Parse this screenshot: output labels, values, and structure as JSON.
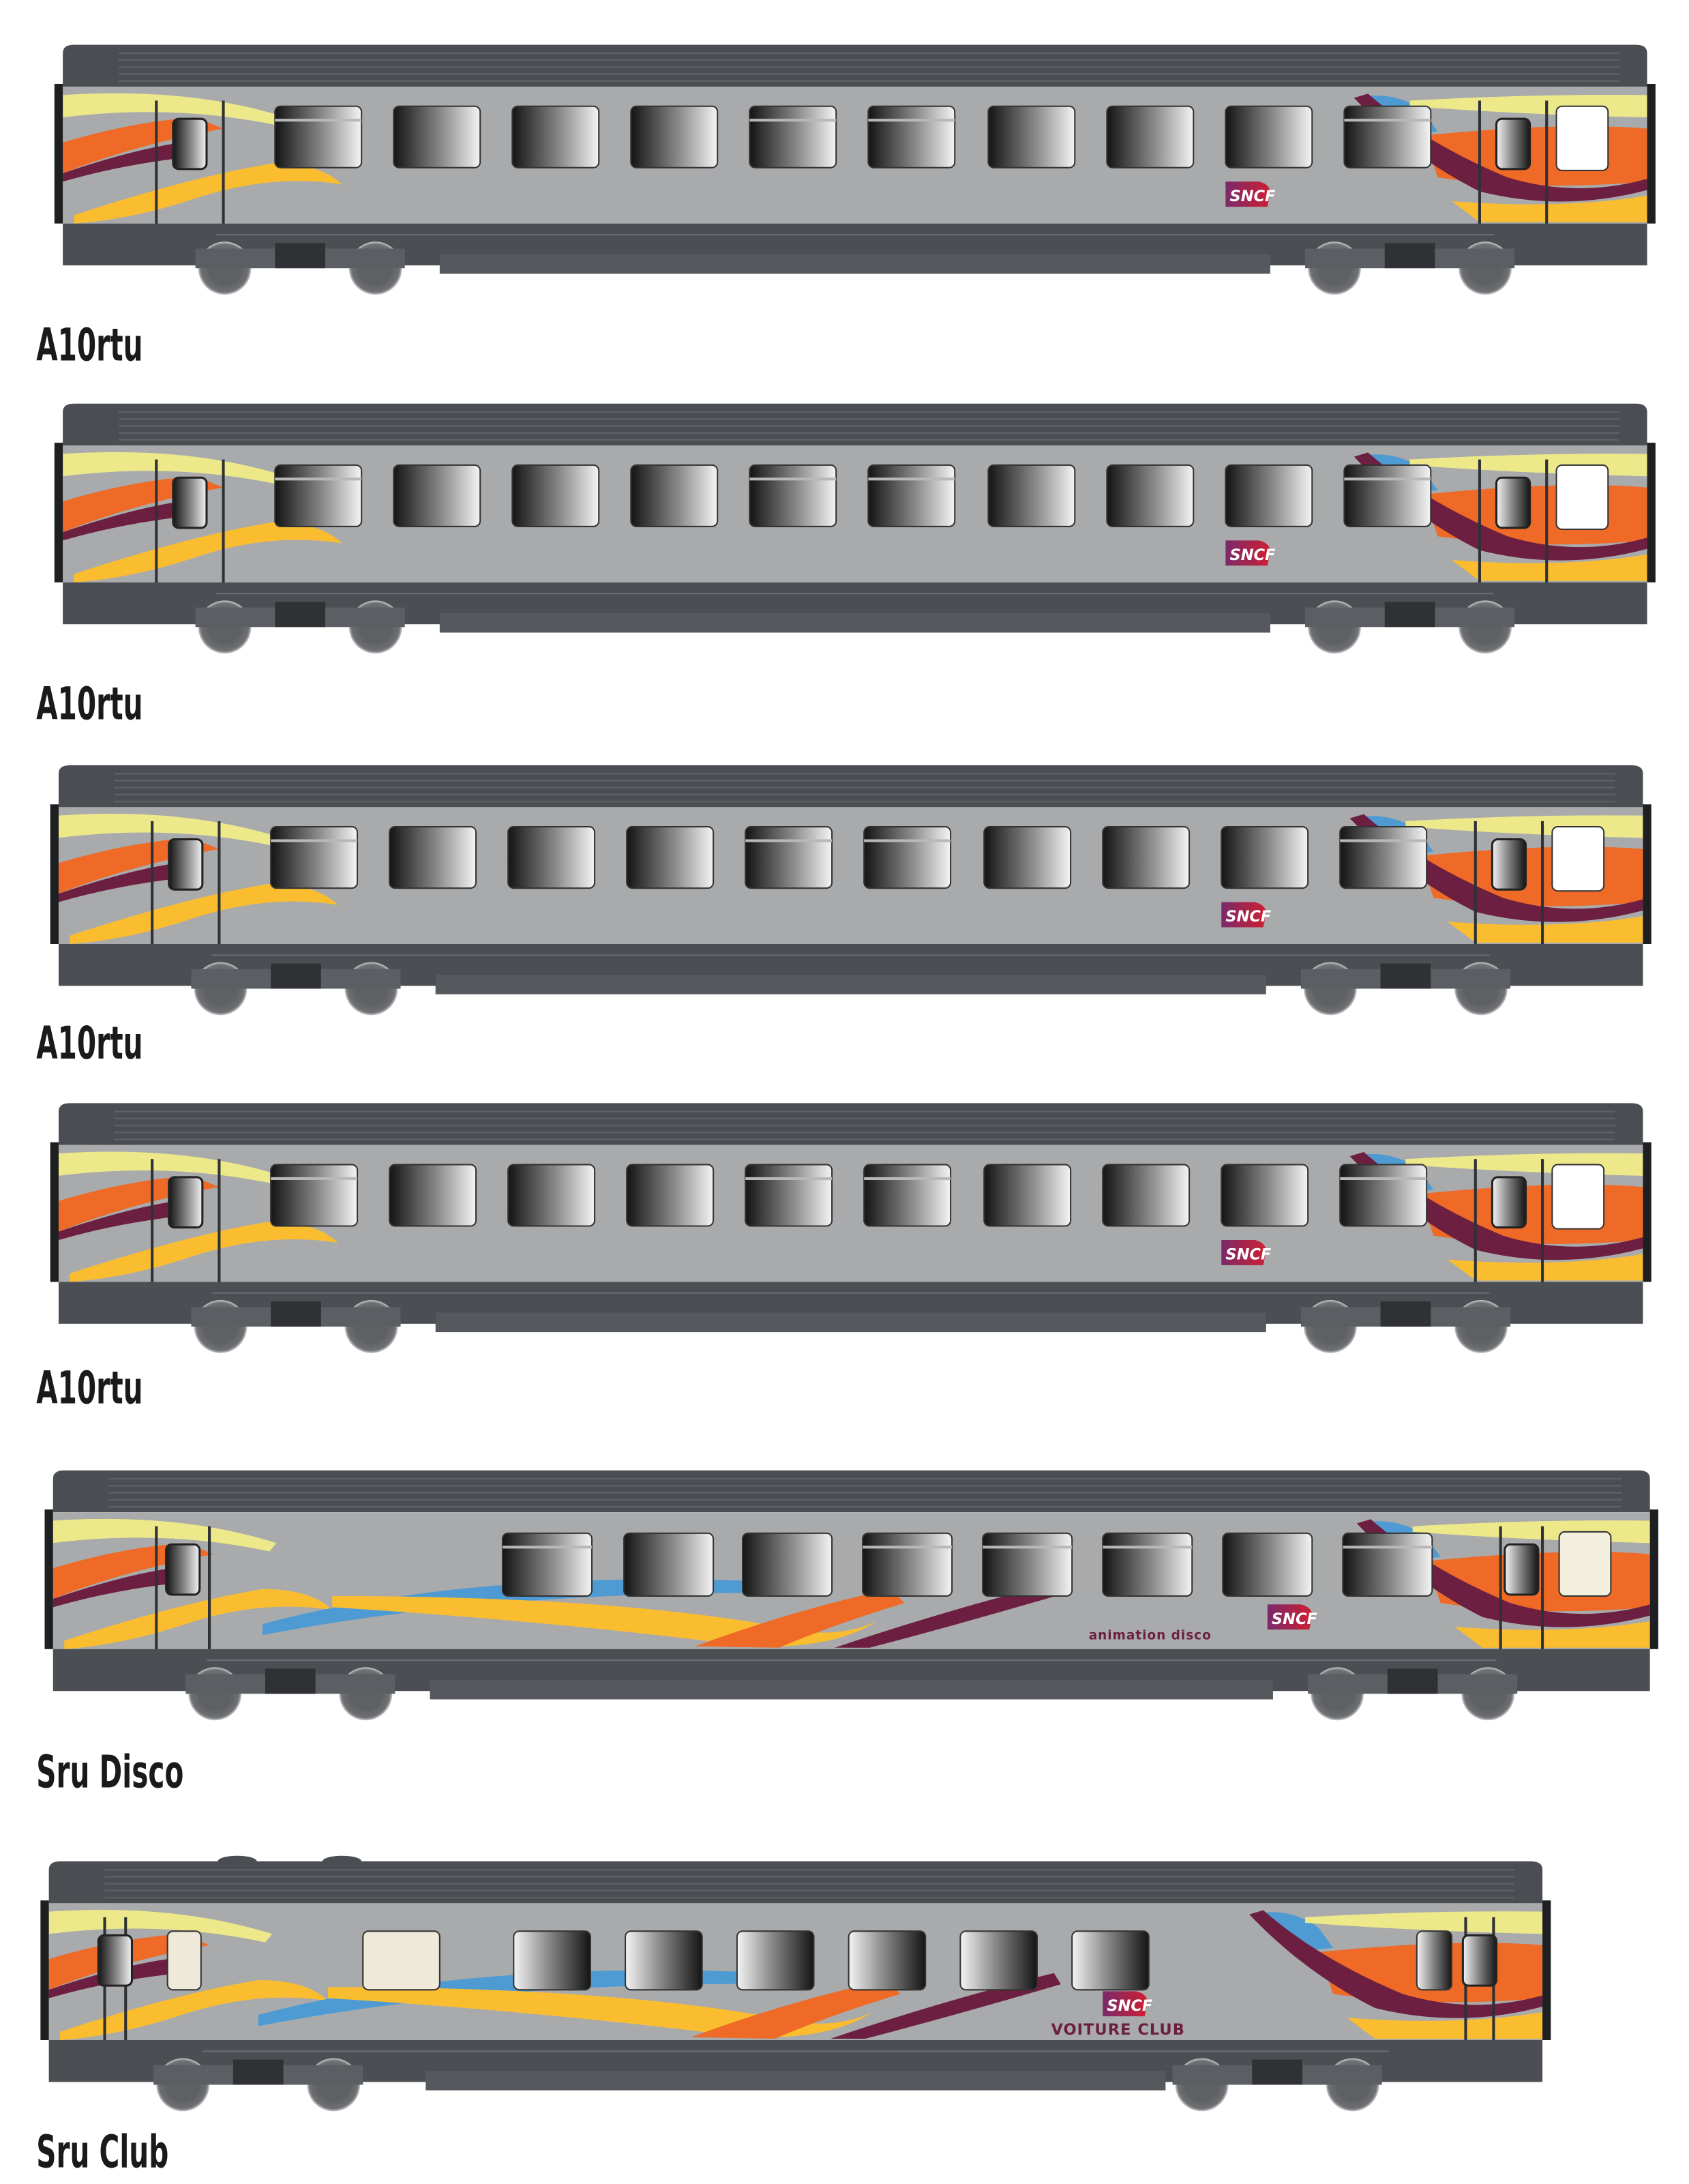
{
  "colors": {
    "roof": "#4a4d51",
    "body": "#a9aaac",
    "underframe": "#4b4e52",
    "yellow_light": "#ede98a",
    "yellow": "#fbbd30",
    "orange": "#ee6a26",
    "maroon": "#6c1f40",
    "blue": "#4e9bd3",
    "logo_red": "#b3173a"
  },
  "cars": [
    {
      "label": "A10rtu",
      "logo": "SNCF"
    },
    {
      "label": "A10rtu",
      "logo": "SNCF"
    },
    {
      "label": "A10rtu",
      "logo": "SNCF"
    },
    {
      "label": "A10rtu",
      "logo": "SNCF"
    },
    {
      "label": "Sru Disco",
      "logo": "SNCF",
      "slogan": "animation disco"
    },
    {
      "label": "Sru Club",
      "logo": "SNCF",
      "slogan": "VOITURE CLUB"
    }
  ]
}
